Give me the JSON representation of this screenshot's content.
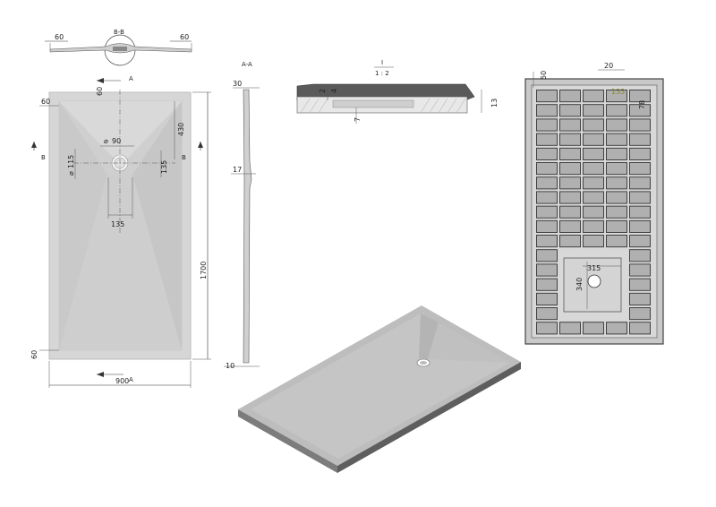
{
  "front_view": {
    "section_marker_a_top": "A",
    "section_marker_a_bottom": "A",
    "section_marker_b_left": "B",
    "section_marker_b_right": "B",
    "dim_width": "900",
    "dim_length": "1700",
    "dim_top_offset": "60",
    "dim_left_offset": "60",
    "dim_bottom_left_offset": "60",
    "dim_drain_diameter_outer": "115",
    "dim_drain_diameter_inner": "90",
    "dim_drain_from_top": "430",
    "dim_drain_from_right": "135",
    "dim_slot_width": "135"
  },
  "section_bb": {
    "title": "B-B",
    "dim_left": "60",
    "dim_right": "60"
  },
  "section_aa": {
    "title": "A-A",
    "dim_top": "30",
    "dim_mid": "17",
    "dim_bottom": "10"
  },
  "detail_view": {
    "title": "I",
    "scale": "1 : 2",
    "dim_left_small": "2",
    "dim_left_large": "4",
    "dim_right": "13",
    "dim_bottom": "7"
  },
  "bottom_view": {
    "dim_edge": "50",
    "dim_rib_spacing": "20",
    "dim_cell": "133",
    "dim_corner": "78",
    "dim_pad_width": "315",
    "dim_pad_height": "340"
  },
  "colors": {
    "tray_fill": "#d4d4d4",
    "tray_edge": "#bcbcbc",
    "bottom_bg": "#c8c8c8",
    "cell_fill": "#a8a8a8",
    "iso_top": "#bdbdbd",
    "iso_side": "#5e5e5e"
  }
}
